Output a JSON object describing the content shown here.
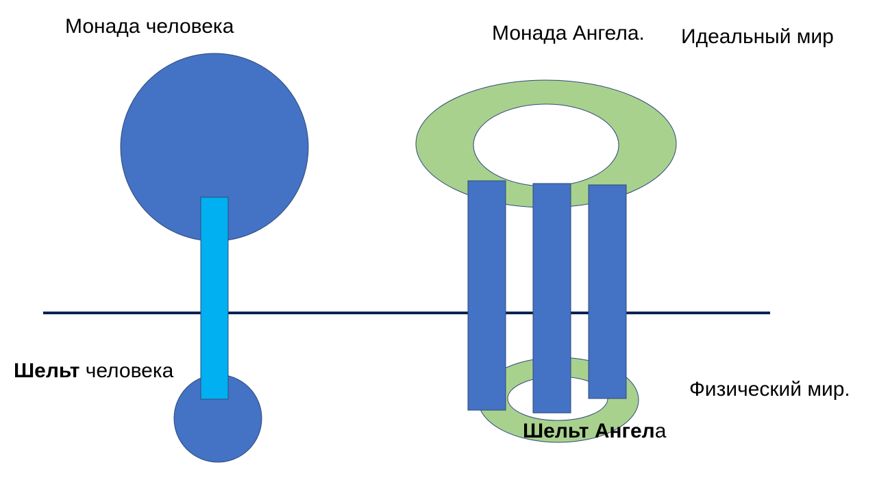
{
  "labels": {
    "human_monad": "Монада человека",
    "angel_monad": "Монада Ангела.",
    "ideal_world": "Идеальный мир",
    "human_shell_bold": "Шельт",
    "human_shell_rest": " человека",
    "physical_world": "Физический мир.",
    "angel_shell_bold": "Шельт Ангел",
    "angel_shell_rest": "а"
  },
  "colors": {
    "monad_blue": "#4472C4",
    "stem_cyan": "#00B0F0",
    "ring_green": "#A9D18E",
    "divider_navy": "#0B2454",
    "outline": "#2F4A7A"
  }
}
